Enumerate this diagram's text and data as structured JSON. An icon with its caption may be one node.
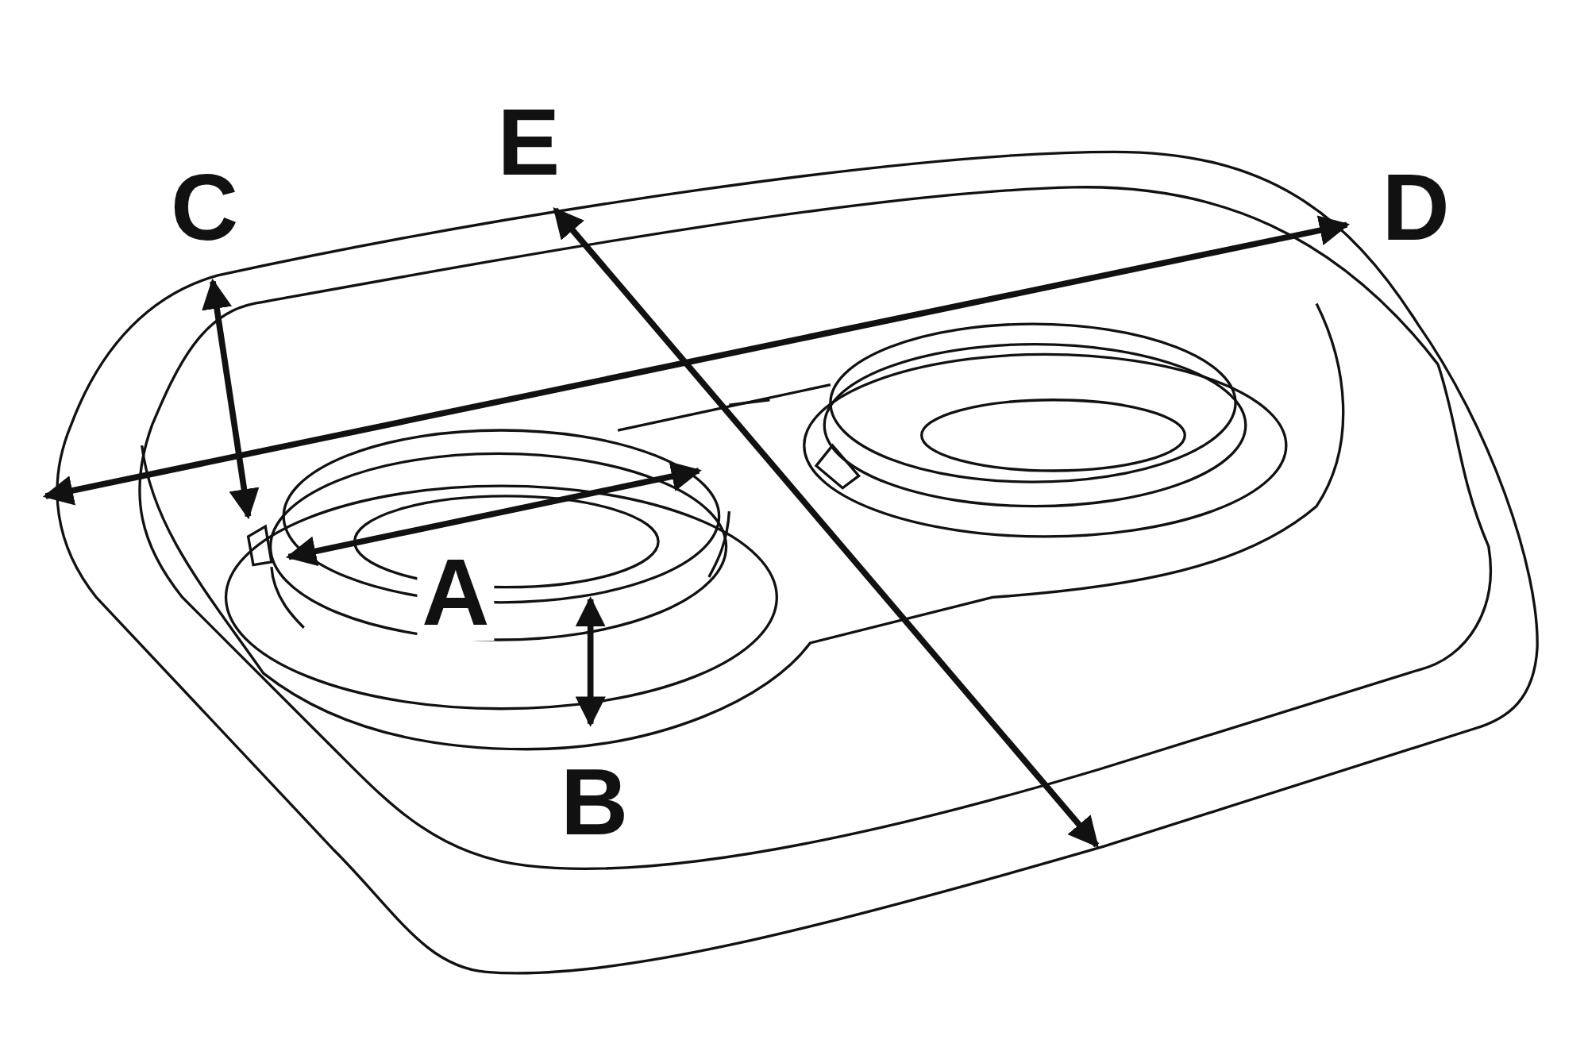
{
  "diagram": {
    "labels": [
      "E",
      "C",
      "D",
      "A",
      "B"
    ]
  }
}
